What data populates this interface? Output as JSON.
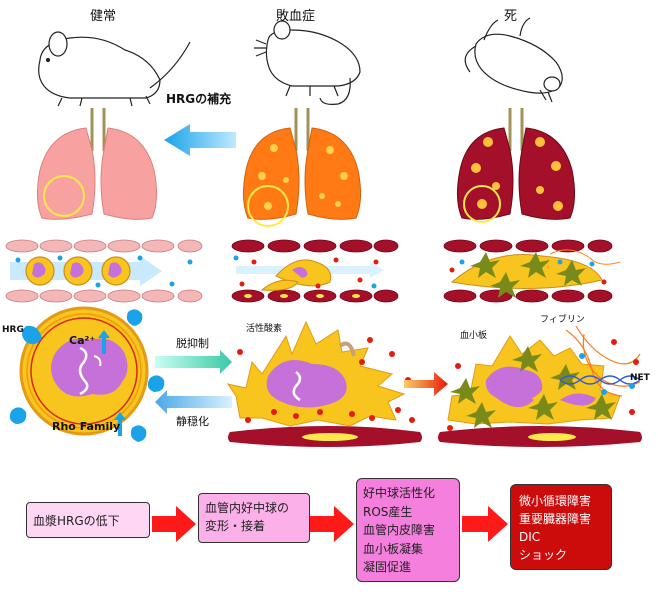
{
  "stages": {
    "healthy": "健常",
    "sepsis": "敗血症",
    "death": "死"
  },
  "hrg_supplement": "HRGの補充",
  "cell_labels": {
    "hrg": "HRG",
    "calcium": "Ca²⁺",
    "rho": "Rho Family",
    "deactivation": "脱抑制",
    "stabilization": "静穏化",
    "reactive_oxygen": "活性酸素",
    "platelet": "血小板",
    "fibrin": "フィブリン",
    "net": "NET"
  },
  "flow": [
    {
      "lines": [
        "血漿HRGの低下"
      ],
      "color": "#ffd6f3"
    },
    {
      "lines": [
        "血管内好中球の",
        "変形・接着"
      ],
      "color": "#fbb0ea"
    },
    {
      "lines": [
        "好中球活性化",
        "ROS産生",
        "血管内皮障害",
        "血小板凝集",
        "凝固促進"
      ],
      "color": "#f47fdd"
    },
    {
      "lines": [
        "微小循環障害",
        "重要臓器障害",
        "DIC",
        "ショック"
      ],
      "color": "#cc0b0b"
    }
  ],
  "colors": {
    "healthy_lung": "#f7a1a1",
    "sepsis_lung": "#ff7a14",
    "death_lung": "#a4102a",
    "neutrophil": "#f7c51d",
    "nucleus": "#c670d9",
    "flow_arrow": "#ff1a1a"
  }
}
